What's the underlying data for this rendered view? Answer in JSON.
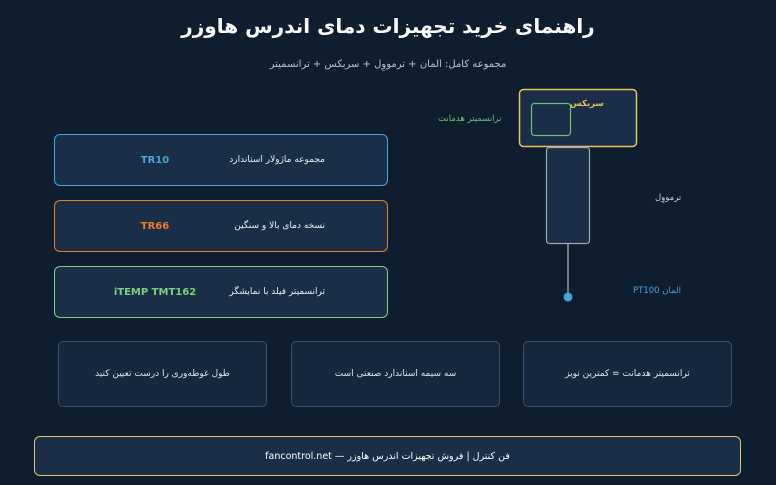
{
  "header": {
    "title": "راهنمای خرید تجهیزات دمای اندرس هاوزر",
    "subtitle": "مجموعه کامل: المان + ترمووِل + سربکس + ترانسمیتر"
  },
  "models": [
    {
      "code": "TR10",
      "description": "مجموعه ماژولار استاندارد",
      "color": "#4aa3df"
    },
    {
      "code": "TR66",
      "description": "نسخه دمای بالا و سنگین",
      "color": "#e67e22"
    },
    {
      "code": "iTEMP TMT162",
      "description": "ترانسمیتر فیلد با نمایشگر",
      "color": "#7ed07e"
    }
  ],
  "diagram": {
    "head_label": "سربکس",
    "head_transmitter_label": "ترانسمیتر هدمانت",
    "thermowell_label": "ترمووِل",
    "element_label": "المان PT100",
    "colors": {
      "head_border": "#e5c15f",
      "head_label": "#e5c15f",
      "transmitter": "#6fbf73",
      "thermowell": "#9aa9b8",
      "sensor": "#4aa3df",
      "stem": "#b0bcc8"
    }
  },
  "tips": [
    {
      "text": "ترانسمیتر هدمانت = کمترین نویز"
    },
    {
      "text": "سه سیمه استاندارد صنعتی است"
    },
    {
      "text": "طول غوطه‌وری را درست تعیین کنید"
    }
  ],
  "footer": {
    "text": "فن کنترل | فروش تجهیزات اندرس هاوزر — fancontrol.net"
  }
}
